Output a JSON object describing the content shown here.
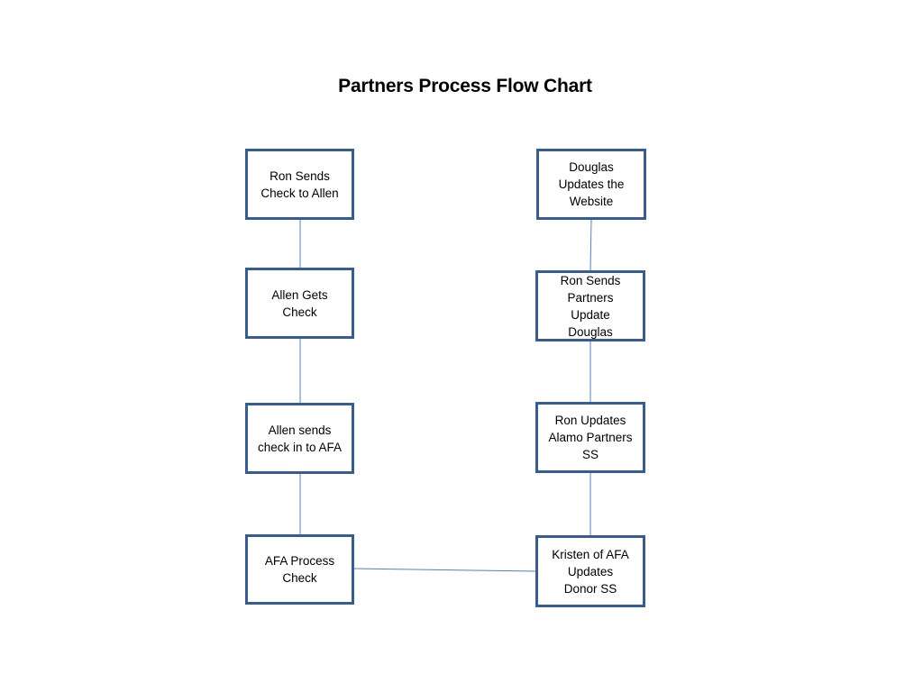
{
  "diagram": {
    "title": "Partners Process Flow Chart",
    "colors": {
      "box_border": "#385d8a",
      "connector": "#4f81bd",
      "text": "#000000"
    },
    "left_column": [
      {
        "id": "ron-sends-check",
        "label": "Ron Sends\nCheck to Allen"
      },
      {
        "id": "allen-gets-check",
        "label": "Allen Gets\nCheck"
      },
      {
        "id": "allen-sends-check",
        "label": "Allen sends\ncheck in to AFA"
      },
      {
        "id": "afa-process-check",
        "label": "AFA Process\nCheck"
      }
    ],
    "right_column": [
      {
        "id": "douglas-updates-website",
        "label": "Douglas\nUpdates the\nWebsite"
      },
      {
        "id": "ron-sends-partners-update",
        "label": "Ron Sends\nPartners\nUpdate\nDouglas"
      },
      {
        "id": "ron-updates-alamo",
        "label": "Ron Updates\nAlamo Partners\nSS"
      },
      {
        "id": "kristen-updates-donor",
        "label": "Kristen  of  AFA\nUpdates\nDonor  SS"
      }
    ],
    "edges": [
      {
        "from": "ron-sends-check",
        "to": "allen-gets-check"
      },
      {
        "from": "allen-gets-check",
        "to": "allen-sends-check"
      },
      {
        "from": "allen-sends-check",
        "to": "afa-process-check"
      },
      {
        "from": "afa-process-check",
        "to": "kristen-updates-donor"
      },
      {
        "from": "kristen-updates-donor",
        "to": "ron-updates-alamo"
      },
      {
        "from": "ron-updates-alamo",
        "to": "ron-sends-partners-update"
      },
      {
        "from": "ron-sends-partners-update",
        "to": "douglas-updates-website"
      }
    ]
  }
}
